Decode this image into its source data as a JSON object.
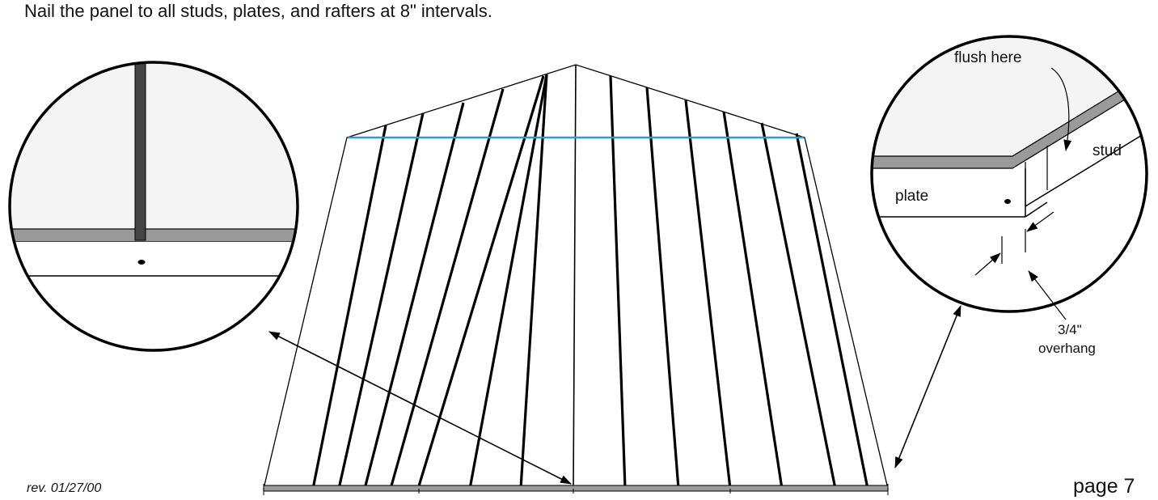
{
  "instruction": "Nail the panel to all studs, plates, and rafters at 8\" intervals.",
  "footer": {
    "revision": "rev. 01/27/00",
    "page": "page 7"
  },
  "detail_right": {
    "flush_label": "flush here",
    "stud_label": "stud",
    "plate_label": "plate",
    "overhang_value": "3/4\"",
    "overhang_label": "overhang"
  },
  "colors": {
    "line": "#000000",
    "panel_edge": "#9a9a9a",
    "panel_face": "#f4f4f4",
    "cut_line": "#2f9ad8",
    "stud_dark": "#444444"
  }
}
